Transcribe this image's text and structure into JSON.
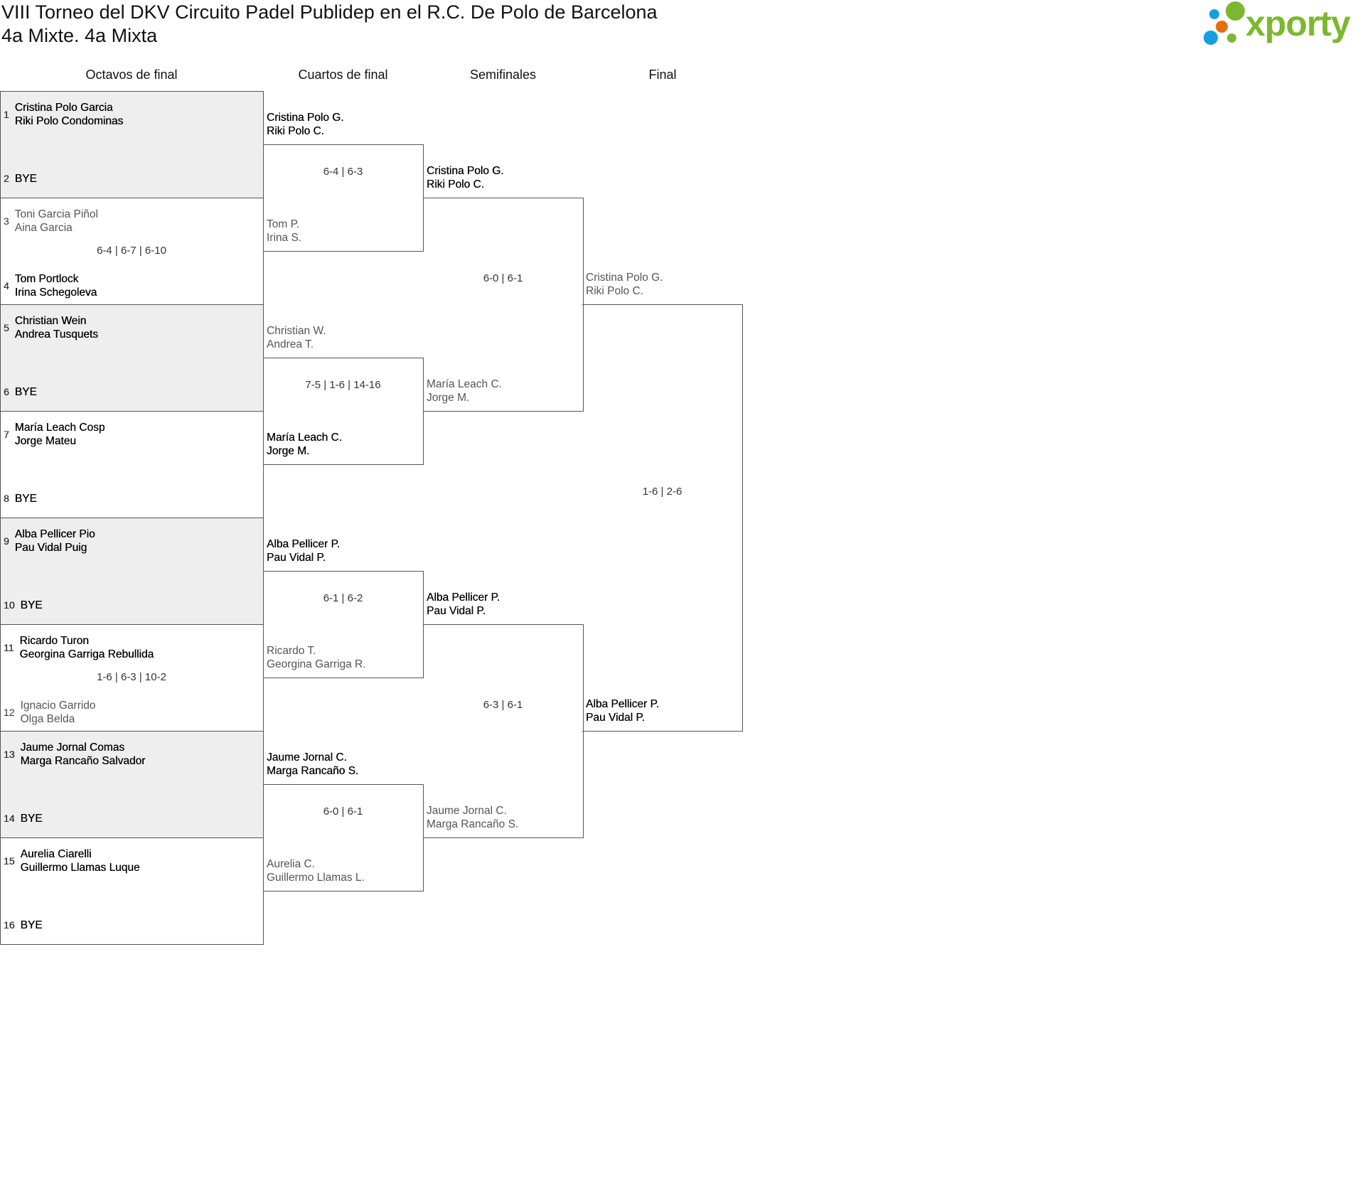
{
  "header": {
    "title": "VIII Torneo del DKV Circuito Padel Publidep en el R.C. De Polo de Barcelona",
    "subtitle": "4a Mixte. 4a Mixta",
    "logo_text": "xporty"
  },
  "colors": {
    "brand_green": "#7cb82f",
    "brand_blue": "#139fe0",
    "brand_orange": "#e56f0e",
    "bye_row_bg": "#eeeeee"
  },
  "rounds": [
    "Octavos de final",
    "Cuartos de final",
    "Semifinales",
    "Final"
  ],
  "round1": [
    {
      "top": {
        "seed": "1",
        "names": [
          "Cristina Polo Garcia",
          "Riki Polo Condominas"
        ],
        "winner": true
      },
      "bottom": {
        "seed": "2",
        "names": [
          "BYE"
        ],
        "winner": true
      },
      "score": ""
    },
    {
      "top": {
        "seed": "3",
        "names": [
          "Toni Garcia Piñol",
          "Aina Garcia"
        ],
        "winner": false
      },
      "bottom": {
        "seed": "4",
        "names": [
          "Tom Portlock",
          "Irina Schegoleva"
        ],
        "winner": true
      },
      "score": "6-4 | 6-7 | 6-10"
    },
    {
      "top": {
        "seed": "5",
        "names": [
          "Christian Wein",
          "Andrea Tusquets"
        ],
        "winner": true
      },
      "bottom": {
        "seed": "6",
        "names": [
          "BYE"
        ],
        "winner": true
      },
      "score": ""
    },
    {
      "top": {
        "seed": "7",
        "names": [
          "María Leach Cosp",
          "Jorge Mateu"
        ],
        "winner": true
      },
      "bottom": {
        "seed": "8",
        "names": [
          "BYE"
        ],
        "winner": true
      },
      "score": ""
    },
    {
      "top": {
        "seed": "9",
        "names": [
          "Alba Pellicer Pio",
          "Pau Vidal Puig"
        ],
        "winner": true
      },
      "bottom": {
        "seed": "10",
        "names": [
          "BYE"
        ],
        "winner": true
      },
      "score": ""
    },
    {
      "top": {
        "seed": "11",
        "names": [
          "Ricardo Turon",
          "Georgina Garriga Rebullida"
        ],
        "winner": true
      },
      "bottom": {
        "seed": "12",
        "names": [
          "Ignacio Garrido",
          "Olga Belda"
        ],
        "winner": false
      },
      "score": "1-6 | 6-3 | 10-2"
    },
    {
      "top": {
        "seed": "13",
        "names": [
          "Jaume Jornal Comas",
          "Marga Rancaño Salvador"
        ],
        "winner": true
      },
      "bottom": {
        "seed": "14",
        "names": [
          "BYE"
        ],
        "winner": true
      },
      "score": ""
    },
    {
      "top": {
        "seed": "15",
        "names": [
          "Aurelia Ciarelli",
          "Guillermo Llamas Luque"
        ],
        "winner": true
      },
      "bottom": {
        "seed": "16",
        "names": [
          "BYE"
        ],
        "winner": true
      },
      "score": ""
    }
  ],
  "later_rounds": [
    [
      {
        "top": {
          "names": [
            "Cristina Polo G.",
            "Riki Polo C."
          ],
          "winner": true
        },
        "bottom": {
          "names": [
            "Tom P.",
            "Irina S."
          ],
          "winner": false
        },
        "score": "6-4 | 6-3"
      },
      {
        "top": {
          "names": [
            "Christian W.",
            "Andrea T."
          ],
          "winner": false
        },
        "bottom": {
          "names": [
            "María Leach C.",
            "Jorge M."
          ],
          "winner": true
        },
        "score": "7-5 | 1-6 | 14-16"
      },
      {
        "top": {
          "names": [
            "Alba Pellicer P.",
            "Pau Vidal P."
          ],
          "winner": true
        },
        "bottom": {
          "names": [
            "Ricardo T.",
            "Georgina Garriga R."
          ],
          "winner": false
        },
        "score": "6-1 | 6-2"
      },
      {
        "top": {
          "names": [
            "Jaume Jornal C.",
            "Marga Rancaño S."
          ],
          "winner": true
        },
        "bottom": {
          "names": [
            "Aurelia C.",
            "Guillermo Llamas L."
          ],
          "winner": false
        },
        "score": "6-0 | 6-1"
      }
    ],
    [
      {
        "top": {
          "names": [
            "Cristina Polo G.",
            "Riki Polo C."
          ],
          "winner": true
        },
        "bottom": {
          "names": [
            "María Leach C.",
            "Jorge M."
          ],
          "winner": false
        },
        "score": "6-0 | 6-1"
      },
      {
        "top": {
          "names": [
            "Alba Pellicer P.",
            "Pau Vidal P."
          ],
          "winner": true
        },
        "bottom": {
          "names": [
            "Jaume Jornal C.",
            "Marga Rancaño S."
          ],
          "winner": false
        },
        "score": "6-3 | 6-1"
      }
    ],
    [
      {
        "top": {
          "names": [
            "Cristina Polo G.",
            "Riki Polo C."
          ],
          "winner": false
        },
        "bottom": {
          "names": [
            "Alba Pellicer P.",
            "Pau Vidal P."
          ],
          "winner": true
        },
        "score": "1-6 | 2-6"
      }
    ]
  ]
}
